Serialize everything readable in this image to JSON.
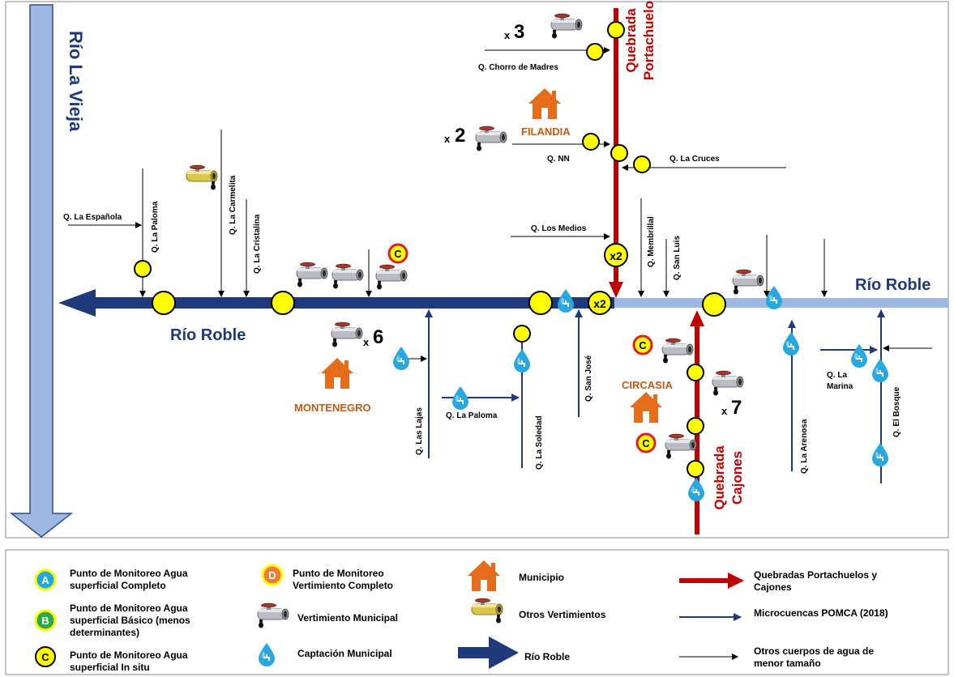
{
  "rivers": {
    "la_vieja": "Río La Vieja",
    "roble_left": "Río Roble",
    "roble_right": "Río Roble",
    "portachuelo": [
      "Quebrada",
      "Portachuelo"
    ],
    "cajones": [
      "Quebrada",
      "Cajones"
    ]
  },
  "streams": {
    "la_espanola": "Q. La Española",
    "la_paloma_n": "Q. La Paloma",
    "la_carmelita": "Q. La Carmelita",
    "la_cristalina": "Q. La Cristalina",
    "chorro": "Q. Chorro de Madres",
    "nn": "Q. NN",
    "la_cruces": "Q. La Cruces",
    "los_medios": "Q. Los Medios",
    "membrillal": "Q. Membrillal",
    "san_luis": "Q. San Luis",
    "las_lajas": "Q. Las Lajas",
    "la_paloma_s": "Q. La Paloma",
    "la_soledad": "Q. La Soledad",
    "san_jose": "Q. San José",
    "la_arenosa": "Q. La Arenosa",
    "la_marina": [
      "Q. La",
      "Marina"
    ],
    "el_bosque": "Q. El Bosque"
  },
  "municipalities": {
    "filandia": "FILANDIA",
    "montenegro": "MONTENEGRO",
    "circasia": "CIRCASIA"
  },
  "counts": {
    "x3": "3",
    "x2_filandia": "2",
    "x6": "6",
    "x7": "7",
    "x_prefix": "x",
    "badge_x2": "x2"
  },
  "markers": {
    "c": "C",
    "a": "A",
    "b": "B",
    "d": "D"
  },
  "legend": {
    "a_line1": "Punto de Monitoreo  Agua",
    "a_line2": "superficial Completo",
    "b_line1": "Punto de Monitoreo  Agua",
    "b_line2": "superficial Básico (menos",
    "b_line3": "determinantes)",
    "c_line1": "Punto de Monitoreo  Agua",
    "c_line2": "superficial In situ",
    "d_line1": "Punto de Monitoreo",
    "d_line2": "Vertimiento Completo",
    "vert_municipal": "Vertimiento Municipal",
    "captacion": "Captación Municipal",
    "municipio": "Municipio",
    "otros_vert": "Otros Vertimientos",
    "rio_roble": "Río Roble",
    "quebradas_l1": "Quebradas Portachuelos y",
    "quebradas_l2": "Cajones",
    "microcuencas": "Microcuencas POMCA (2018)",
    "otros_l1": "Otros cuerpos de agua de",
    "otros_l2": "menor tamaño"
  },
  "colors": {
    "navy": "#1f3a7a",
    "light_blue": "#9fb8e2",
    "red": "#c00000",
    "yellow": "#ffff00",
    "orange": "#c55a11",
    "drop": "#29a7df",
    "a_fill": "#22a7e0",
    "b_fill": "#2aa84a",
    "d_fill": "#f07c3a"
  }
}
